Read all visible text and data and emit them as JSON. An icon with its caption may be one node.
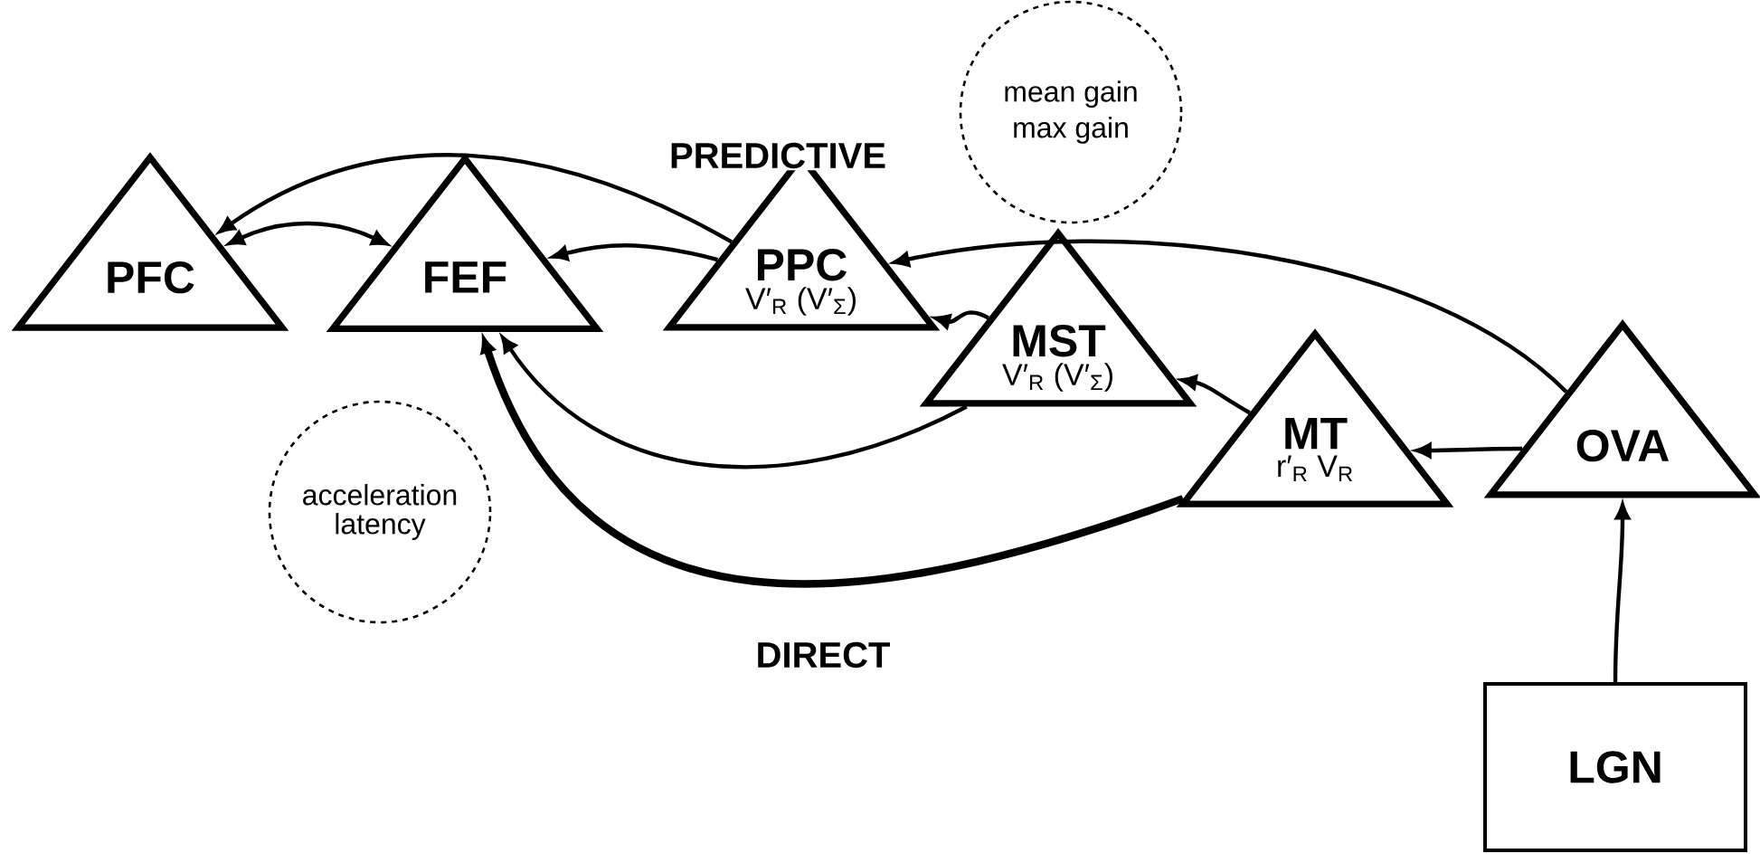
{
  "diagram": {
    "nodes": [
      {
        "text": [
          "PFC"
        ]
      },
      {
        "text": [
          "FEF"
        ]
      },
      {
        "text": [
          "PPC",
          "V′$_{R}$ (V′$_{Σ}$)"
        ]
      },
      {
        "text": [
          "MST",
          "V′$_{R}$ (V′$_{Σ}$)"
        ]
      },
      {
        "text": [
          "MT",
          "r′$_{R}$ V$_{R}$"
        ]
      },
      {
        "text": [
          "OVA"
        ]
      },
      {
        "text": [
          "LGN"
        ]
      },
      {
        "text": [
          "mean gain",
          "max gain"
        ]
      },
      {
        "text": [
          "acceleration",
          "latency"
        ]
      }
    ],
    "edges": [
      {
        "from": 2,
        "to": 0,
        "arrow": "to",
        "label": "PREDICTIVE"
      },
      {
        "from": 0,
        "to": 1,
        "arrow": "both"
      },
      {
        "from": 2,
        "to": 1,
        "arrow": "to"
      },
      {
        "from": 3,
        "to": 2,
        "arrow": "to"
      },
      {
        "from": 5,
        "to": 2,
        "arrow": "to"
      },
      {
        "from": 3,
        "to": 1,
        "arrow": "to"
      },
      {
        "from": 4,
        "to": 1,
        "arrow": "to",
        "label": "DIRECT",
        "style": "thick"
      },
      {
        "from": 4,
        "to": 3,
        "arrow": "to"
      },
      {
        "from": 5,
        "to": 4,
        "arrow": "to"
      },
      {
        "from": 6,
        "to": 5,
        "arrow": "to"
      }
    ]
  }
}
